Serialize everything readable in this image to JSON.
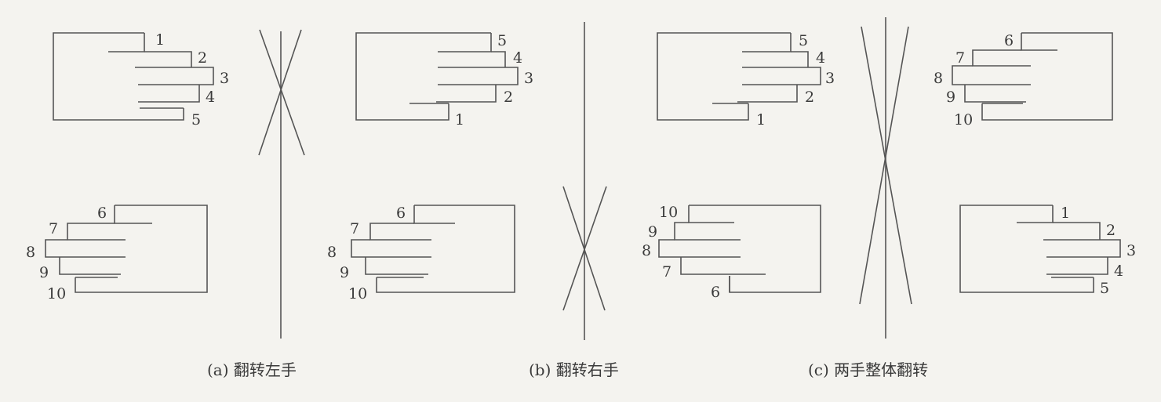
{
  "colors": {
    "background": "#f4f3ef",
    "stroke": "#555555",
    "text": "#3a3a3a"
  },
  "panels": [
    {
      "id": "a",
      "caption": "(a) 翻转左手",
      "hands": [
        {
          "name": "left-hand-top",
          "fingers": [
            "1",
            "2",
            "3",
            "4",
            "5"
          ]
        },
        {
          "name": "right-hand-bottom",
          "fingers": [
            "6",
            "7",
            "8",
            "9",
            "10"
          ]
        }
      ],
      "axis": "crossing-lines-at-top"
    },
    {
      "id": "b",
      "caption": "(b) 翻转右手",
      "hands": [
        {
          "name": "left-hand-top",
          "fingers": [
            "5",
            "4",
            "3",
            "2",
            "1"
          ]
        },
        {
          "name": "right-hand-bottom",
          "fingers": [
            "6",
            "7",
            "8",
            "9",
            "10"
          ]
        }
      ],
      "axis": "crossing-lines-at-bottom"
    },
    {
      "id": "c",
      "caption": "(c) 两手整体翻转",
      "hands": [
        {
          "name": "left-hand-top-left",
          "fingers": [
            "5",
            "4",
            "3",
            "2",
            "1"
          ]
        },
        {
          "name": "right-hand-top-right",
          "fingers": [
            "6",
            "7",
            "8",
            "9",
            "10"
          ]
        },
        {
          "name": "right-hand-bottom-left",
          "fingers": [
            "10",
            "9",
            "8",
            "7",
            "6"
          ]
        },
        {
          "name": "left-hand-bottom-right",
          "fingers": [
            "1",
            "2",
            "3",
            "4",
            "5"
          ]
        }
      ],
      "axis": "crossing-lines-at-middle"
    }
  ]
}
